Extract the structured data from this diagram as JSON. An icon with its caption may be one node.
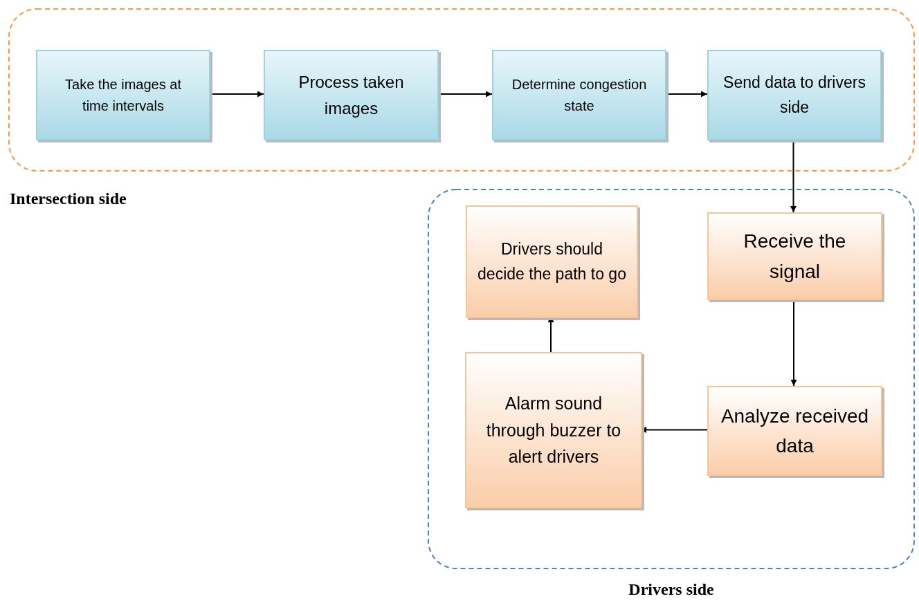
{
  "diagram": {
    "nodes": [
      {
        "text": [
          "Intersection side"
        ]
      },
      {
        "text": [
          "Take the images at time intervals"
        ],
        "in": 0
      },
      {
        "text": [
          "Process taken images"
        ],
        "in": 0
      },
      {
        "text": [
          "Determine congestion state"
        ],
        "in": 0
      },
      {
        "text": [
          "Send data to drivers side"
        ],
        "in": 0
      },
      {
        "text": [
          "Drivers side"
        ]
      },
      {
        "text": [
          "Receive the signal"
        ],
        "in": 5
      },
      {
        "text": [
          "Drivers should decide the path to go"
        ],
        "in": 5
      },
      {
        "text": [
          "Alarm sound through buzzer to alert drivers"
        ],
        "in": 5
      },
      {
        "text": [
          "Analyze received data"
        ],
        "in": 5
      }
    ],
    "edges": [
      {
        "from": 1,
        "to": 2,
        "arrow": "to"
      },
      {
        "from": 2,
        "to": 3,
        "arrow": "to"
      },
      {
        "from": 3,
        "to": 4,
        "arrow": "to"
      },
      {
        "from": 4,
        "to": 6,
        "arrow": "to"
      },
      {
        "from": 6,
        "to": 9,
        "arrow": "to"
      },
      {
        "from": 9,
        "to": 8,
        "arrow": "to"
      },
      {
        "from": 8,
        "to": 7,
        "arrow": "to"
      }
    ]
  }
}
